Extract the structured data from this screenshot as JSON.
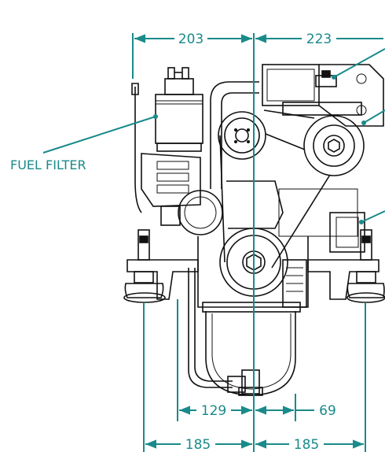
{
  "colors": {
    "dimension": "#1a8a8a",
    "ink": "#111111",
    "background": "#ffffff"
  },
  "labels": {
    "fuel_filter": "FUEL FILTER"
  },
  "dimensions": {
    "top_left": "203",
    "top_right": "223",
    "mid_left": "129",
    "mid_right": "69",
    "bottom_left": "185",
    "bottom_right": "185"
  }
}
